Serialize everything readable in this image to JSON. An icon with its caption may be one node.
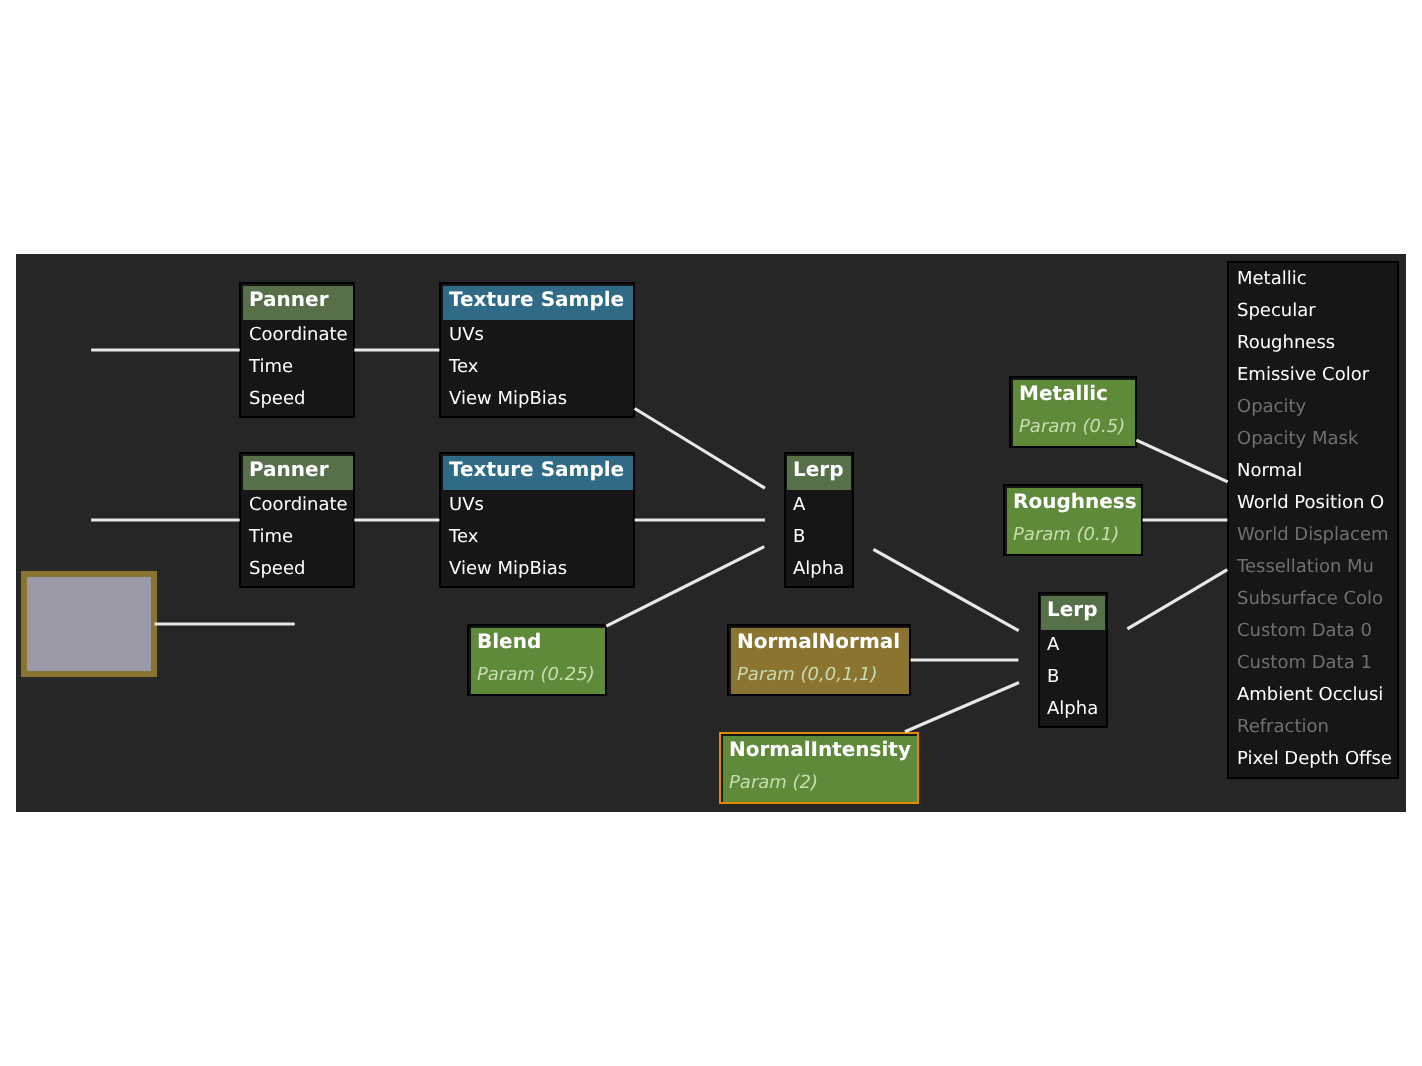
{
  "diagram": {
    "nodes": [
      {
        "text": [],
        "shape": "box"
      },
      {
        "text": [
          "Metallic",
          "Specular",
          "Roughness",
          "Emissive Color",
          "Opacity",
          "Opacity Mask",
          "Normal",
          "World Position O",
          "World Displacem",
          "Tessellation Mu",
          "Subsurface Colo",
          "Custom Data 0",
          "Custom Data 1",
          "Ambient Occlusi",
          "Refraction",
          "Pixel Depth Offse"
        ]
      },
      {
        "text": [
          "Metallic",
          "Param (0.5)"
        ]
      },
      {
        "text": [
          "Roughness",
          "Param (0.1)"
        ]
      },
      {
        "text": [
          "Panner",
          "Coordinate",
          "Time",
          "Speed"
        ]
      },
      {
        "text": [
          "Texture Sample",
          "UVs",
          "Tex",
          "View MipBias"
        ]
      },
      {
        "text": [
          "Lerp",
          "A",
          "B",
          "Alpha"
        ]
      },
      {
        "text": [
          "Lerp",
          "A",
          "B",
          "Alpha"
        ]
      },
      {
        "text": [
          "NormalNormal",
          "Param (0,0,1,1)"
        ]
      },
      {
        "text": [
          "Panner",
          "Coordinate",
          "Time",
          "Speed"
        ]
      },
      {
        "text": [
          "Texture Sample",
          "UVs",
          "Tex",
          "View MipBias"
        ]
      },
      {
        "text": [
          "NormalIntensity",
          "Param (2)"
        ]
      },
      {
        "text": [
          "Blend",
          "Param (0.25)"
        ]
      }
    ],
    "edges": [
      {
        "from": 0,
        "to": null,
        "arrow": "none"
      },
      {
        "from": 2,
        "to": 1,
        "arrow": "none"
      },
      {
        "from": 3,
        "to": 1,
        "arrow": "none"
      },
      {
        "from": null,
        "to": 4,
        "arrow": "none"
      },
      {
        "from": 4,
        "to": 5,
        "arrow": "none"
      },
      {
        "from": 5,
        "to": 6,
        "arrow": "none"
      },
      {
        "from": 6,
        "to": 7,
        "arrow": "none"
      },
      {
        "from": 7,
        "to": 1,
        "arrow": "none"
      },
      {
        "from": 8,
        "to": 7,
        "arrow": "none"
      },
      {
        "from": null,
        "to": 9,
        "arrow": "none"
      },
      {
        "from": 9,
        "to": 10,
        "arrow": "none"
      },
      {
        "from": 10,
        "to": 6,
        "arrow": "none"
      },
      {
        "from": 12,
        "to": 6,
        "arrow": "none"
      },
      {
        "from": 11,
        "to": 7,
        "arrow": "none"
      }
    ]
  }
}
